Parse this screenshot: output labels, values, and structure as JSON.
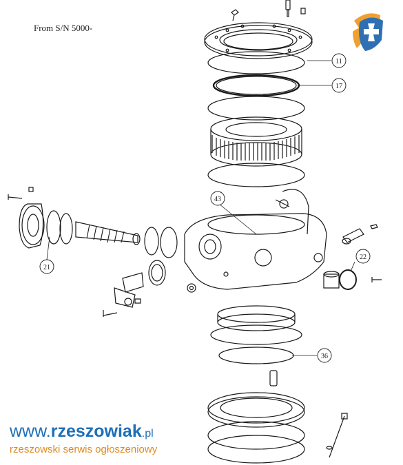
{
  "caption": "From S/N 5000-",
  "callouts": [
    {
      "id": "c11",
      "label": "11"
    },
    {
      "id": "c17",
      "label": "17"
    },
    {
      "id": "c43",
      "label": "43"
    },
    {
      "id": "c21",
      "label": "21"
    },
    {
      "id": "c22",
      "label": "22"
    },
    {
      "id": "c36",
      "label": "36"
    }
  ],
  "watermark": {
    "www": "www.",
    "domain": "rzeszowiak",
    "tld": ".pl",
    "tagline": "rzeszowski serwis ogłoszeniowy"
  },
  "colors": {
    "line": "#1a1a1a",
    "shade": "#bdbdbd",
    "dark": "#3a3a3a",
    "logo_orange": "#f0a030",
    "logo_blue": "#2f6fb3",
    "watermark_blue": "#1d6fb8",
    "watermark_orange": "#e08a1e"
  },
  "icons": {
    "logo": "shield-cross-icon"
  }
}
